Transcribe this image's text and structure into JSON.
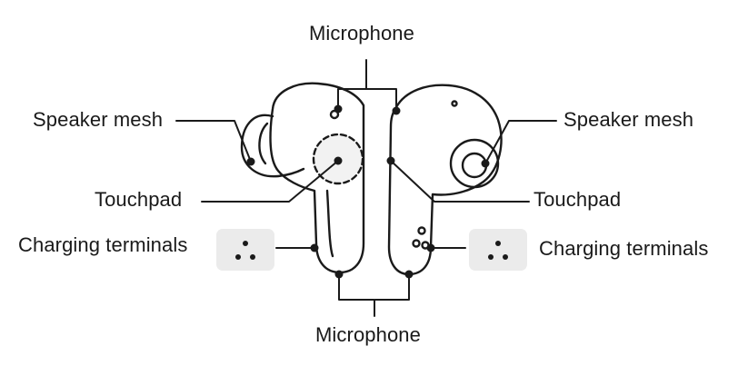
{
  "labels": {
    "microphone_top": "Microphone",
    "microphone_bottom": "Microphone",
    "speaker_mesh_left": "Speaker mesh",
    "speaker_mesh_right": "Speaker mesh",
    "touchpad_left": "Touchpad",
    "touchpad_right": "Touchpad",
    "charging_terminals_left": "Charging terminals",
    "charging_terminals_right": "Charging terminals"
  },
  "colors": {
    "line": "#1a1a1a",
    "terminal_box_fill": "#ebebeb",
    "background": "#ffffff"
  }
}
